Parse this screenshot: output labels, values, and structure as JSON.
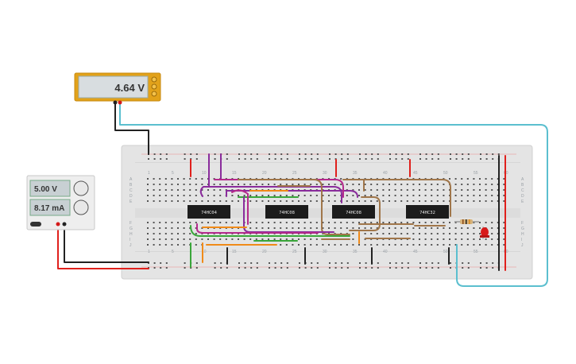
{
  "multimeter": {
    "reading": "4.64 V"
  },
  "power_supply": {
    "voltage": "5.00 V",
    "current": "8.17 mA"
  },
  "breadboard": {
    "column_numbers": [
      "1",
      "5",
      "10",
      "15",
      "20",
      "25",
      "30",
      "35",
      "40",
      "45",
      "50",
      "55",
      "60"
    ],
    "row_letters_top": [
      "A",
      "B",
      "C",
      "D",
      "E"
    ],
    "row_letters_bottom": [
      "F",
      "G",
      "H",
      "I",
      "J"
    ]
  },
  "chips": [
    {
      "label": "74HC04"
    },
    {
      "label": "74HC08"
    },
    {
      "label": "74HC08"
    },
    {
      "label": "74HC32"
    }
  ],
  "colors": {
    "wire_red": "#e0201c",
    "wire_black": "#222222",
    "wire_teal": "#5bbfcf",
    "wire_purple": "#8a2c9c",
    "wire_magenta": "#b52a8c",
    "wire_brown": "#a0764a",
    "wire_orange": "#f08a18",
    "wire_green": "#3aa63a",
    "multimeter_body": "#e2a21a"
  }
}
